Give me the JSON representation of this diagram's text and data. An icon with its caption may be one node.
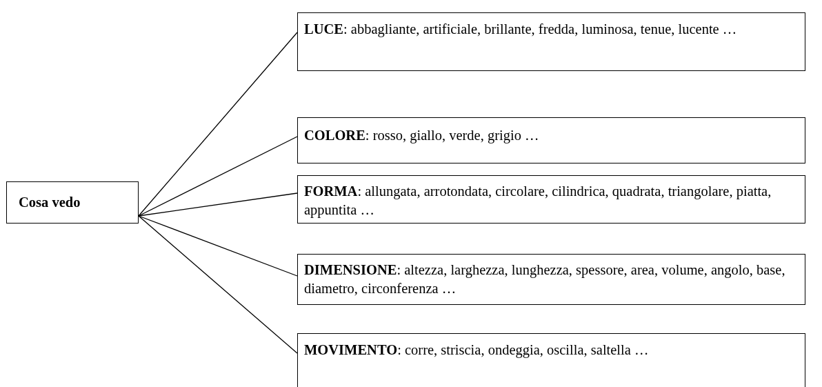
{
  "diagram": {
    "nodes": [
      {
        "text": [
          "Cosa vedo"
        ]
      },
      {
        "text": [
          "**LUCE**: abbagliante, artificiale, brillante, fredda, luminosa, tenue, lucente …"
        ]
      },
      {
        "text": [
          "**COLORE**: rosso, giallo, verde, grigio …"
        ]
      },
      {
        "text": [
          "**FORMA**: allungata, arrotondata, circolare, cilindrica, quadrata, triangolare, piatta, appuntita …"
        ]
      },
      {
        "text": [
          "**DIMENSIONE**: altezza, larghezza, lunghezza, spessore, area, volume, angolo, base, diametro, circonferenza …"
        ]
      },
      {
        "text": [
          "**MOVIMENTO**: corre, striscia, ondeggia, oscilla, saltella …"
        ]
      }
    ],
    "edges": [
      {
        "from": 0,
        "to": 1,
        "arrow": "none"
      },
      {
        "from": 0,
        "to": 2,
        "arrow": "none"
      },
      {
        "from": 0,
        "to": 3,
        "arrow": "none"
      },
      {
        "from": 0,
        "to": 4,
        "arrow": "none"
      },
      {
        "from": 0,
        "to": 5,
        "arrow": "none"
      }
    ]
  }
}
